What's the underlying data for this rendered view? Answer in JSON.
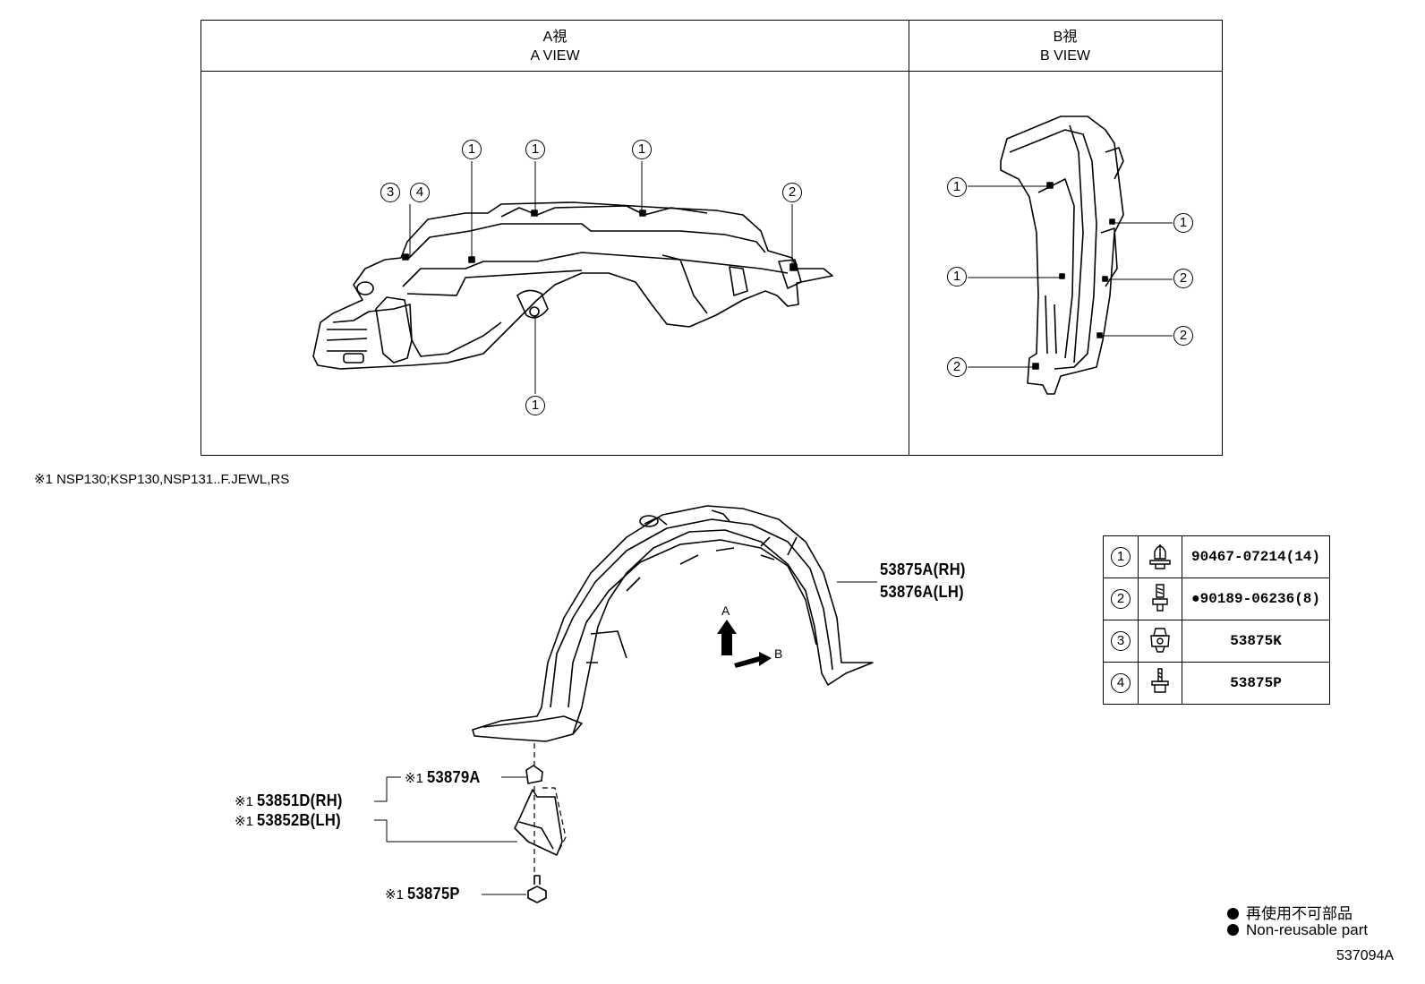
{
  "views": {
    "a": {
      "title_jp": "A視",
      "title_en": "A VIEW"
    },
    "b": {
      "title_jp": "B視",
      "title_en": "B VIEW"
    }
  },
  "callouts": {
    "one": "1",
    "two": "2",
    "three": "3",
    "four": "4"
  },
  "note": "※1 NSP130;KSP130,NSP131..F.JEWL,RS",
  "parts": {
    "liner_rh": "53875A(RH)",
    "liner_lh": "53876A(LH)",
    "p53879a": "53879A",
    "p53851d": "53851D(RH)",
    "p53852b": "53852B(LH)",
    "p53875p": "53875P",
    "mark": "※1"
  },
  "arrows": {
    "a": "A",
    "b": "B"
  },
  "fasteners": [
    {
      "no": "1",
      "icon": "clip-icon",
      "part": "90467-07214(14)"
    },
    {
      "no": "2",
      "icon": "screw-grommet-icon",
      "part": "●90189-06236(8)"
    },
    {
      "no": "3",
      "icon": "nut-clip-icon",
      "part": "53875K"
    },
    {
      "no": "4",
      "icon": "bolt-icon",
      "part": "53875P"
    }
  ],
  "legend": {
    "jp": "再使用不可部品",
    "en": "Non-reusable part"
  },
  "figure_id": "537094A"
}
